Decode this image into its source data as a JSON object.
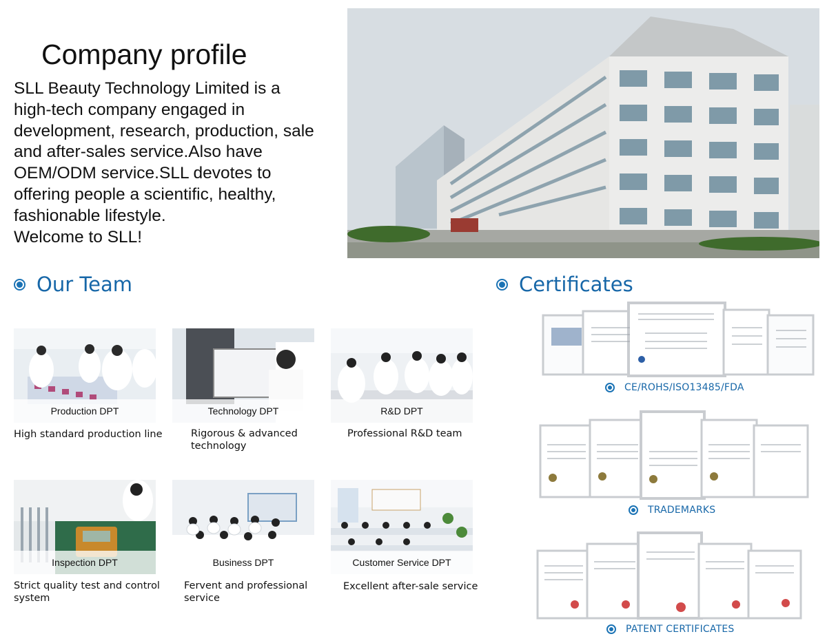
{
  "profile": {
    "title": "Company profile",
    "lines": [
      "SLL Beauty Technology Limited is a",
      "high-tech company engaged in",
      "development, research, production, sale",
      "and after-sales service.Also have",
      "OEM/ODM service.SLL devotes to",
      "offering people a scientific, healthy,",
      "fashionable lifestyle.",
      "Welcome to SLL!"
    ]
  },
  "team": {
    "heading": "Our Team",
    "cards": [
      {
        "label": "Production DPT",
        "desc": "High standard production line"
      },
      {
        "label": "Technology DPT",
        "desc": "Rigorous & advanced technology"
      },
      {
        "label": "R&D DPT",
        "desc": "Professional R&D team"
      },
      {
        "label": "Inspection DPT",
        "desc": "Strict quality test and control system"
      },
      {
        "label": "Business DPT",
        "desc": "Fervent and professional service"
      },
      {
        "label": "Customer Service DPT",
        "desc": "Excellent after-sale service"
      }
    ]
  },
  "certificates": {
    "heading": "Certificates",
    "groups": [
      {
        "caption": "CE/ROHS/ISO13485/FDA"
      },
      {
        "caption": "TRADEMARKS"
      },
      {
        "caption": "PATENT CERTIFICATES"
      }
    ]
  },
  "colors": {
    "accent": "#1767a8",
    "frame": "#c9ccd0"
  }
}
